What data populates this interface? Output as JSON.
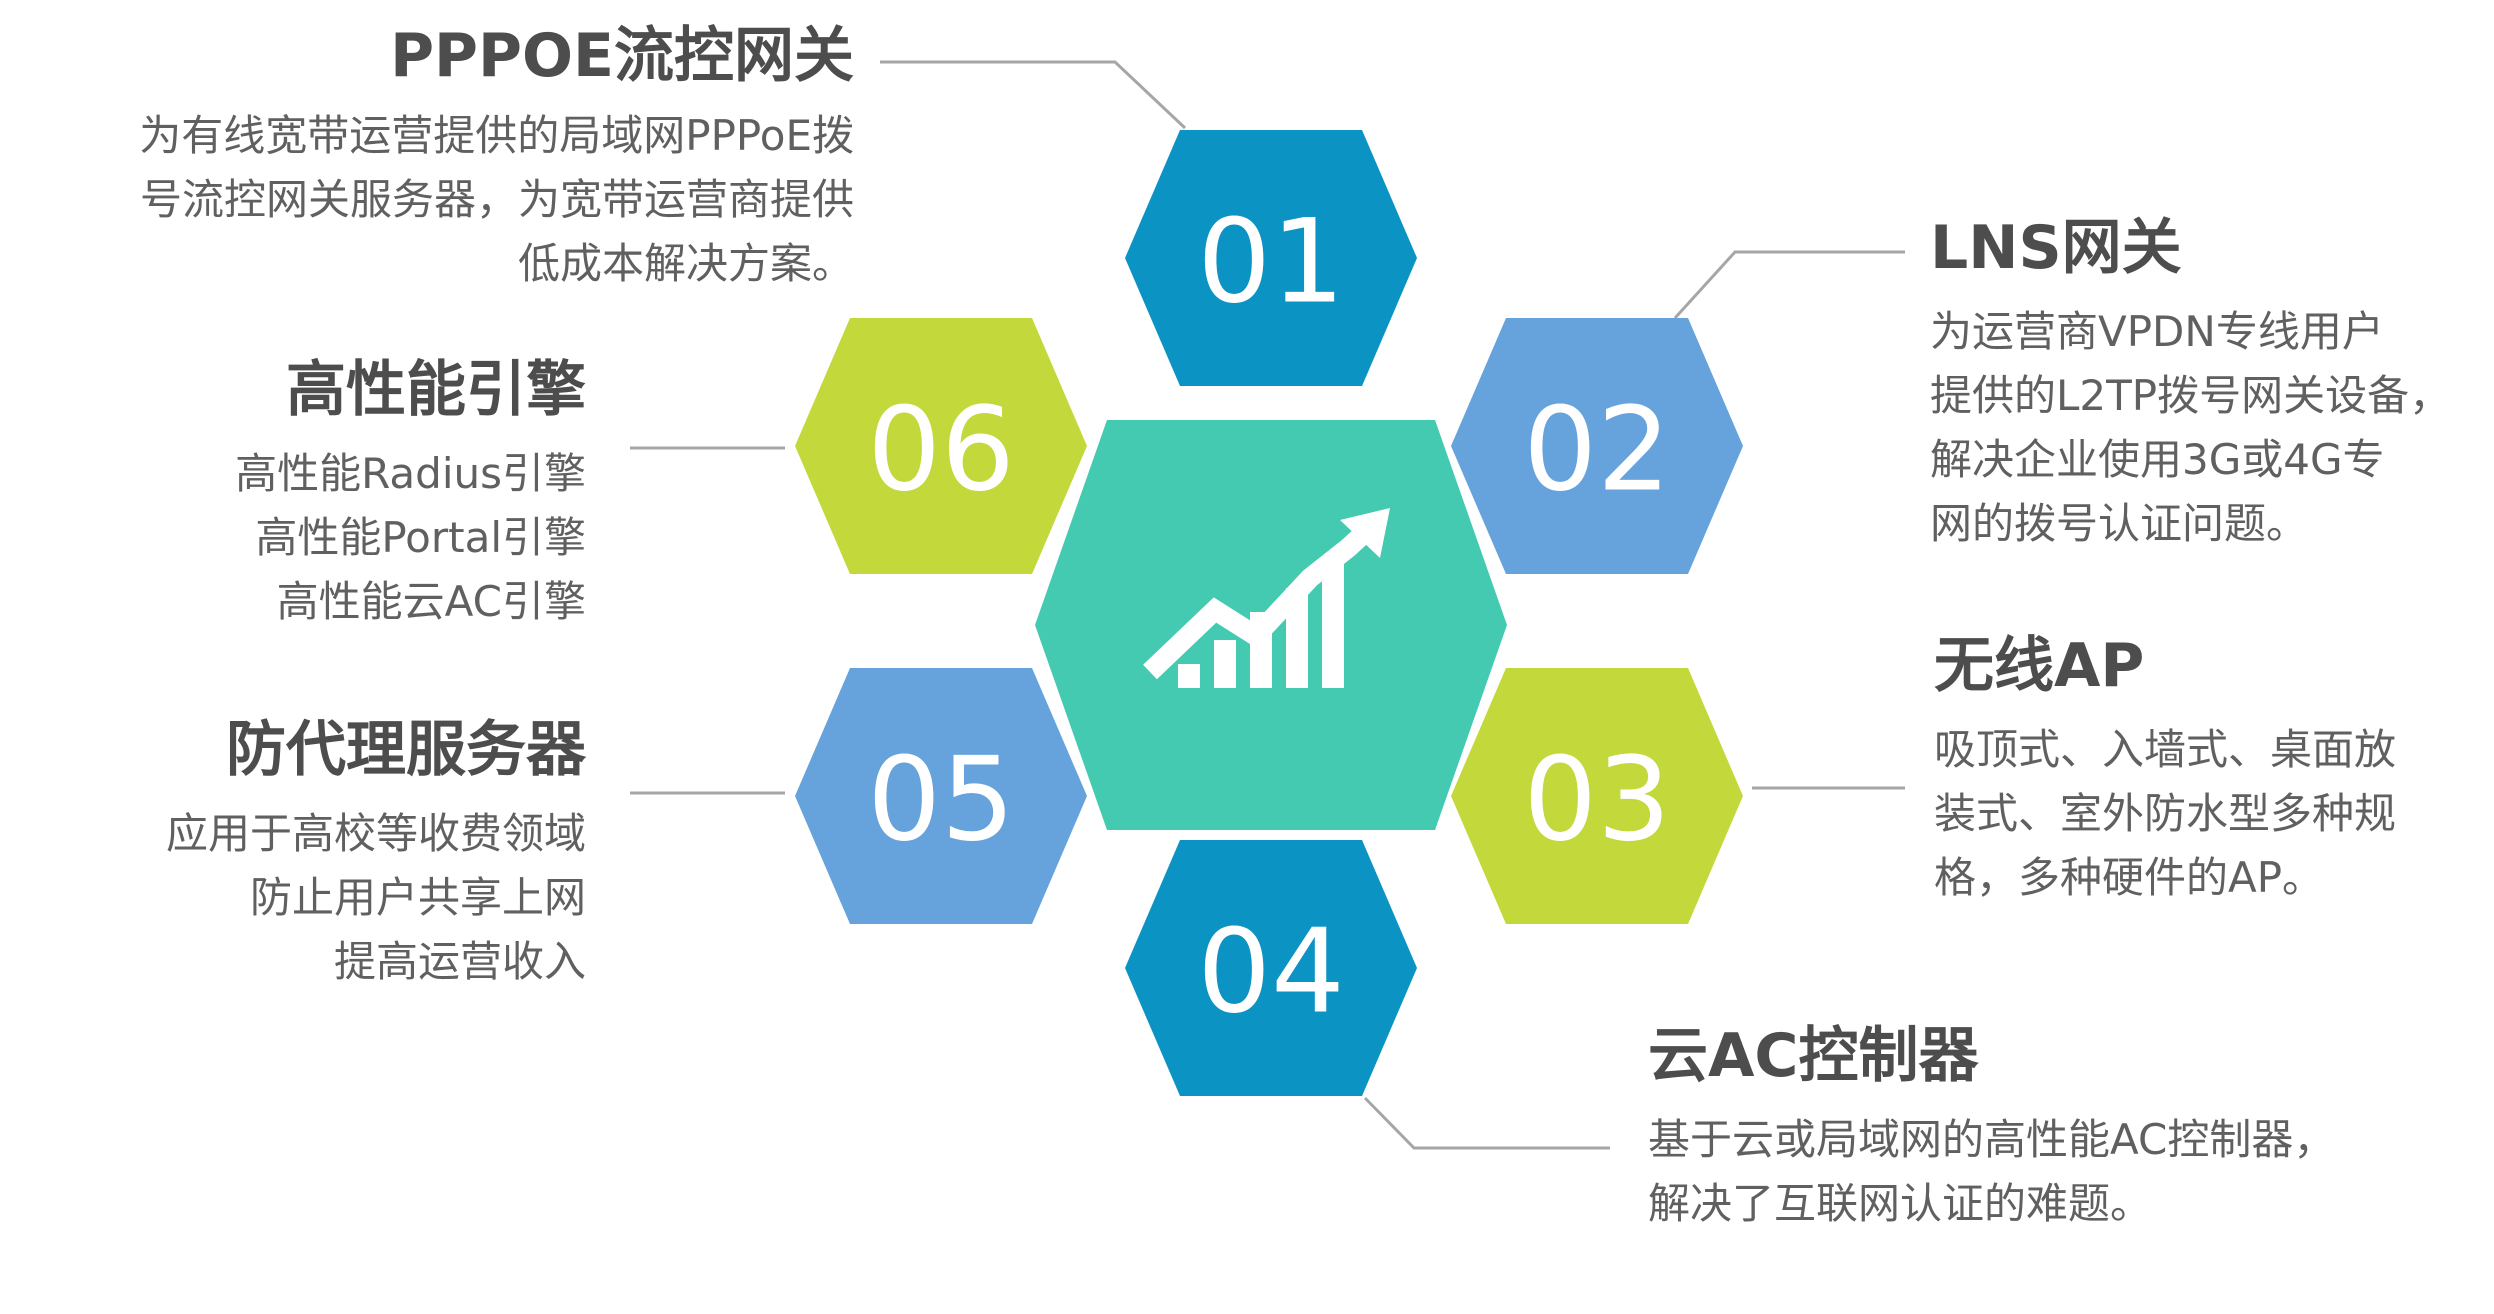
{
  "colors": {
    "dark_blue": "#0b93c4",
    "light_blue": "#66a3dc",
    "lime": "#c3d83b",
    "teal": "#43cab1",
    "connector": "#a6a6a6",
    "text": "#595959"
  },
  "center": {
    "icon": "growth-chart-icon"
  },
  "items": [
    {
      "number": "01",
      "title": "PPPOE流控网关",
      "lines": [
        "为有线宽带运营提供的局域网PPPoE拨",
        "号流控网关服务器，为宽带运营商提供",
        "低成本解决方案。"
      ]
    },
    {
      "number": "02",
      "title": "LNS网关",
      "lines": [
        "为运营商VPDN专线用户",
        "提供的L2TP拨号网关设备，",
        "解决企业使用3G或4G专",
        "网的拨号认证问题。"
      ]
    },
    {
      "number": "03",
      "title": "无线AP",
      "lines": [
        "吸顶式、入墙式、桌面放",
        "装式、室外防水型多种规",
        "格，多种硬件的AP。"
      ]
    },
    {
      "number": "04",
      "title": "云AC控制器",
      "lines": [
        "基于云或局域网的高性能AC控制器，",
        "解决了互联网认证的难题。"
      ]
    },
    {
      "number": "05",
      "title": "防代理服务器",
      "lines": [
        "应用于高校等收费领域",
        "防止用户共享上网",
        "提高运营收入"
      ]
    },
    {
      "number": "06",
      "title": "高性能引擎",
      "lines": [
        "高性能Radius引擎",
        "高性能Portal引擎",
        "高性能云AC引擎"
      ]
    }
  ]
}
